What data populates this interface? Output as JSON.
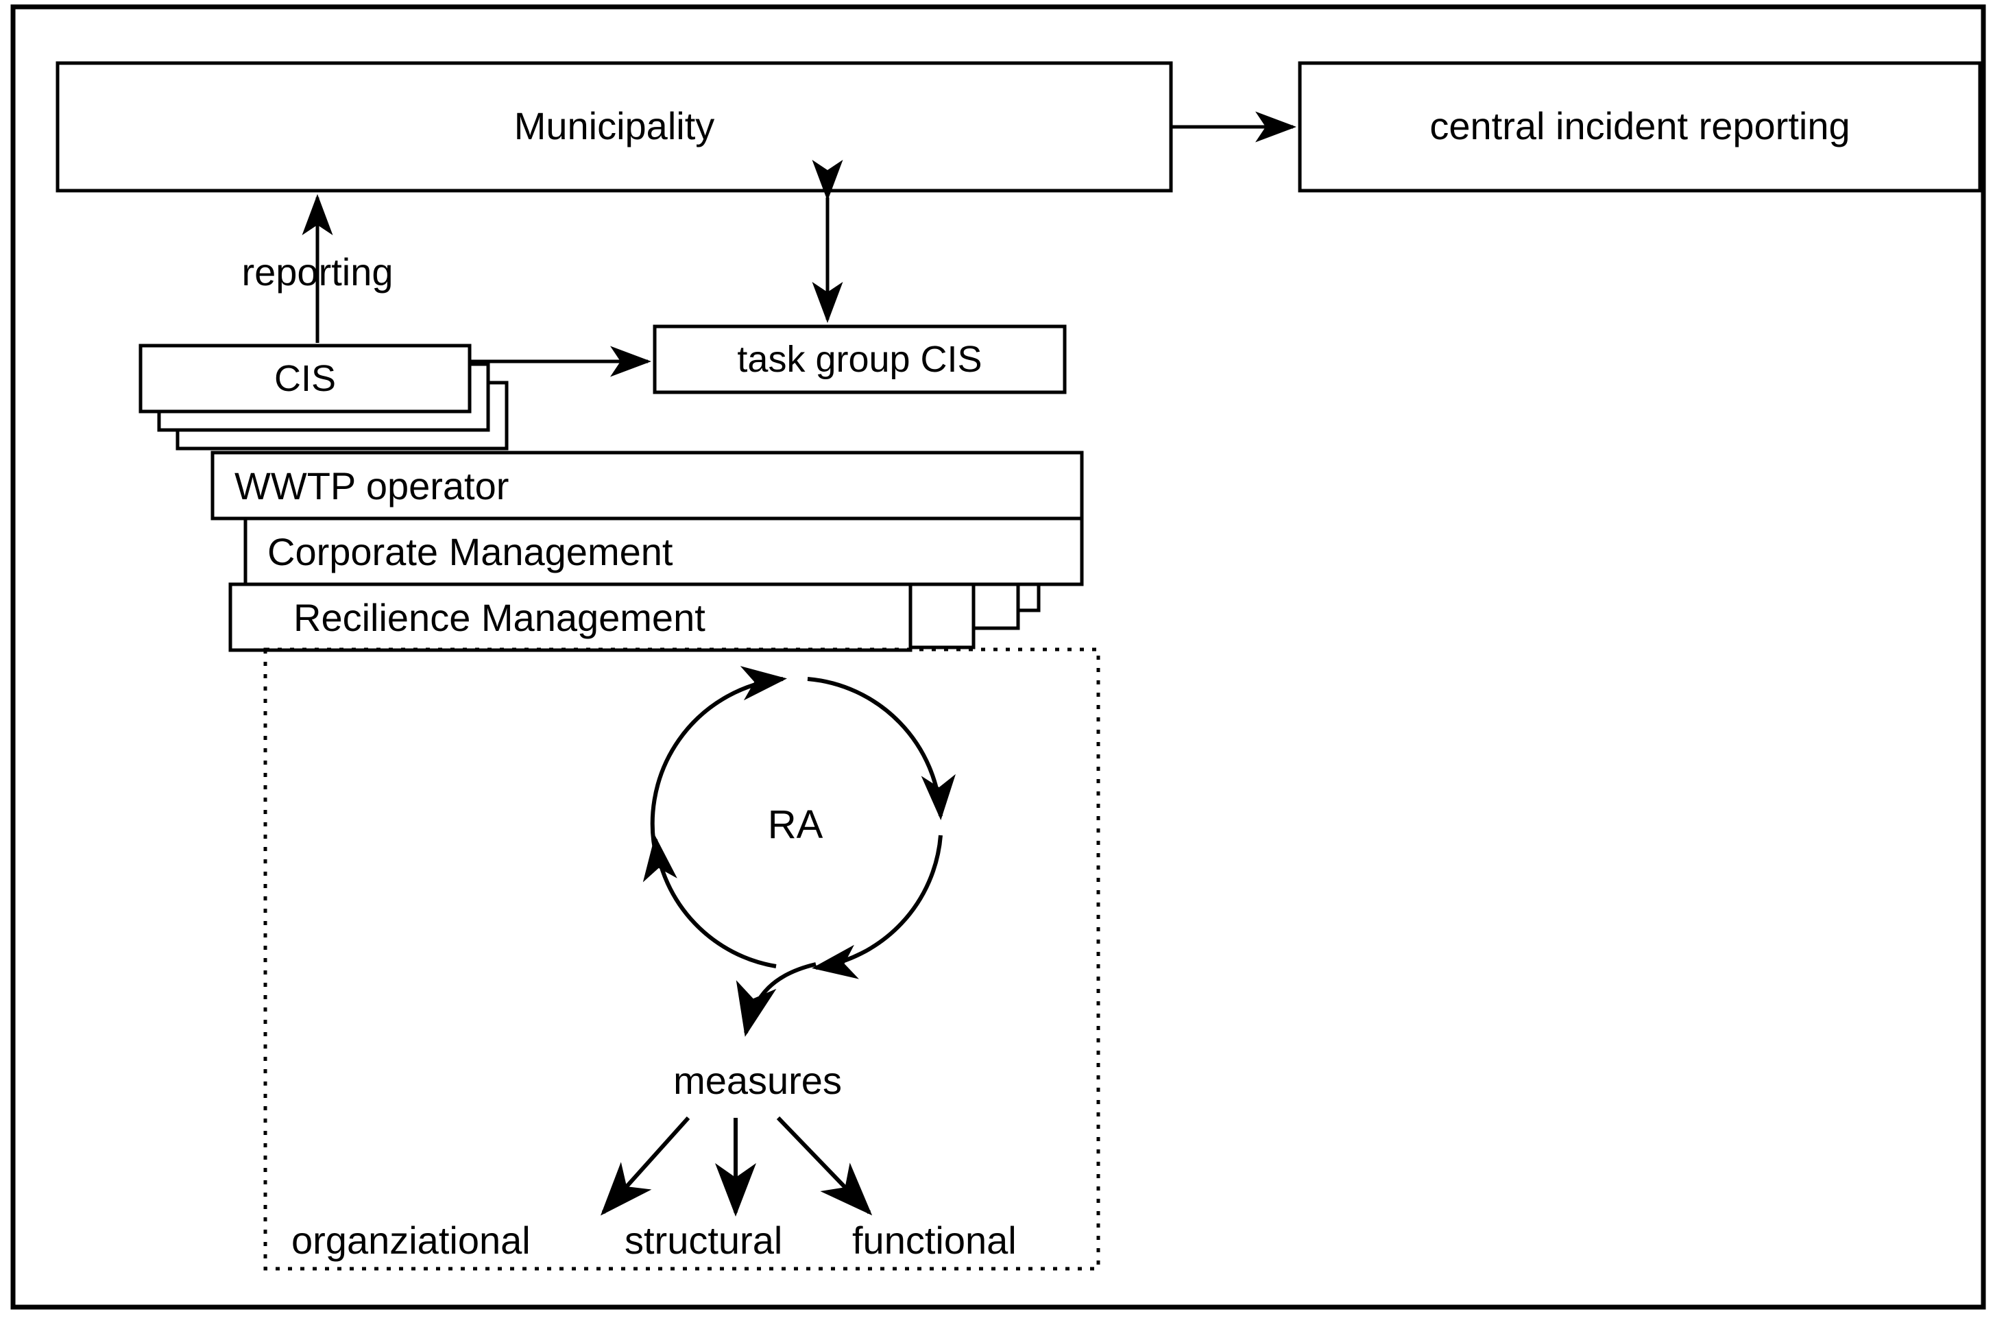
{
  "diagram": {
    "title_hidden": "",
    "colors": {
      "stroke": "#000000",
      "background": "#ffffff",
      "dotted_stroke": "#000000"
    },
    "outer_frame": {
      "name": "outer-frame"
    },
    "nodes": {
      "municipality": {
        "label": "Municipality"
      },
      "central_incident_reporting": {
        "label": "central incident reporting"
      },
      "task_group_cis": {
        "label": "task group CIS"
      },
      "cis": {
        "label": "CIS",
        "stack_count": 3
      },
      "wwtp_operator": {
        "label": "WWTP operator"
      },
      "corporate_management": {
        "label": "Corporate Management"
      },
      "recilience_management": {
        "label": "Recilience Management",
        "stack_count": 4
      },
      "ra": {
        "label": "RA"
      },
      "measures": {
        "label": "measures"
      },
      "organziational": {
        "label": "organziational"
      },
      "structural": {
        "label": "structural"
      },
      "functional": {
        "label": "functional"
      }
    },
    "edges": {
      "reporting": {
        "label": "reporting",
        "from": "cis",
        "to": "municipality",
        "style": "arrow-up"
      },
      "municipality_to_central": {
        "label": "",
        "from": "municipality",
        "to": "central_incident_reporting",
        "style": "arrow-right"
      },
      "municipality_taskgroup": {
        "label": "",
        "from": "municipality",
        "to": "task_group_cis",
        "style": "bidirectional-vertical"
      },
      "cis_to_taskgroup": {
        "label": "",
        "from": "cis",
        "to": "task_group_cis",
        "style": "arrow-right"
      },
      "ra_cycle": {
        "label": "",
        "style": "circular-clockwise",
        "arrowheads": 4
      },
      "ra_to_measures": {
        "label": "",
        "from": "ra",
        "to": "measures",
        "style": "curved-arrow"
      },
      "measures_to_organziational": {
        "label": "",
        "from": "measures",
        "to": "organziational",
        "style": "arrow-diagonal-left"
      },
      "measures_to_structural": {
        "label": "",
        "from": "measures",
        "to": "structural",
        "style": "arrow-down"
      },
      "measures_to_functional": {
        "label": "",
        "from": "measures",
        "to": "functional",
        "style": "arrow-diagonal-right"
      }
    },
    "groups": {
      "resilience_scope": {
        "name": "dotted-scope-box",
        "style": "dotted"
      }
    }
  }
}
